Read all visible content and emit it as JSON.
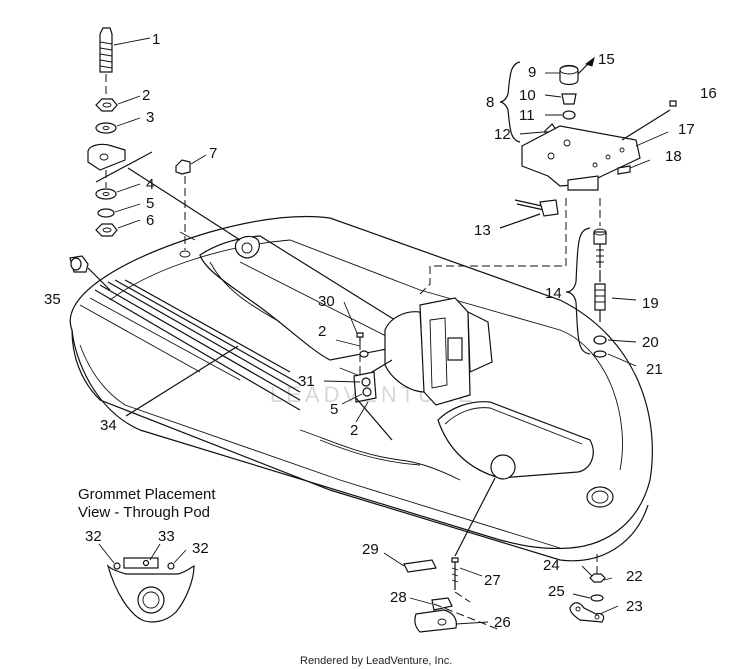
{
  "watermark": "LEADVENTURE",
  "inset": {
    "title_line1": "Grommet Placement",
    "title_line2": "View - Through Pod",
    "labels": [
      "32",
      "33",
      "32"
    ]
  },
  "callouts": [
    "1",
    "2",
    "3",
    "4",
    "5",
    "6",
    "7",
    "8",
    "9",
    "10",
    "11",
    "12",
    "13",
    "14",
    "15",
    "16",
    "17",
    "18",
    "19",
    "20",
    "21",
    "22",
    "23",
    "24",
    "25",
    "26",
    "27",
    "28",
    "29",
    "30",
    "2",
    "31",
    "5",
    "2",
    "34",
    "35"
  ],
  "footer": "Rendered by LeadVenture, Inc."
}
